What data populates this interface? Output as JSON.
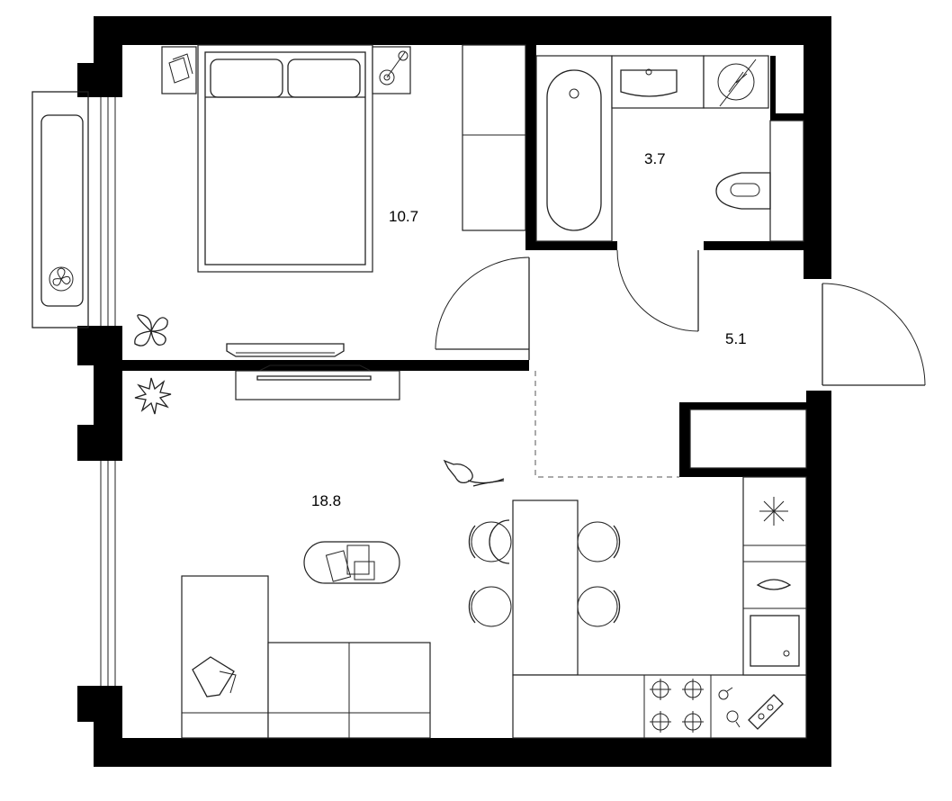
{
  "rooms": [
    {
      "id": "bedroom",
      "area": "10.7"
    },
    {
      "id": "bathroom",
      "area": "3.7"
    },
    {
      "id": "hallway",
      "area": "5.1"
    },
    {
      "id": "living-kitchen",
      "area": "18.8"
    }
  ],
  "colors": {
    "wall": "#000000",
    "line": "#222222",
    "background": "#ffffff"
  },
  "icons": [
    "bed-icon",
    "bathtub-icon",
    "sink-icon",
    "toilet-icon",
    "washing-machine-icon",
    "plant-icon",
    "cat-icon",
    "sofa-icon",
    "dining-table-icon",
    "stove-icon",
    "fridge-icon",
    "kitchen-sink-icon",
    "tv-icon",
    "radiator-icon"
  ]
}
